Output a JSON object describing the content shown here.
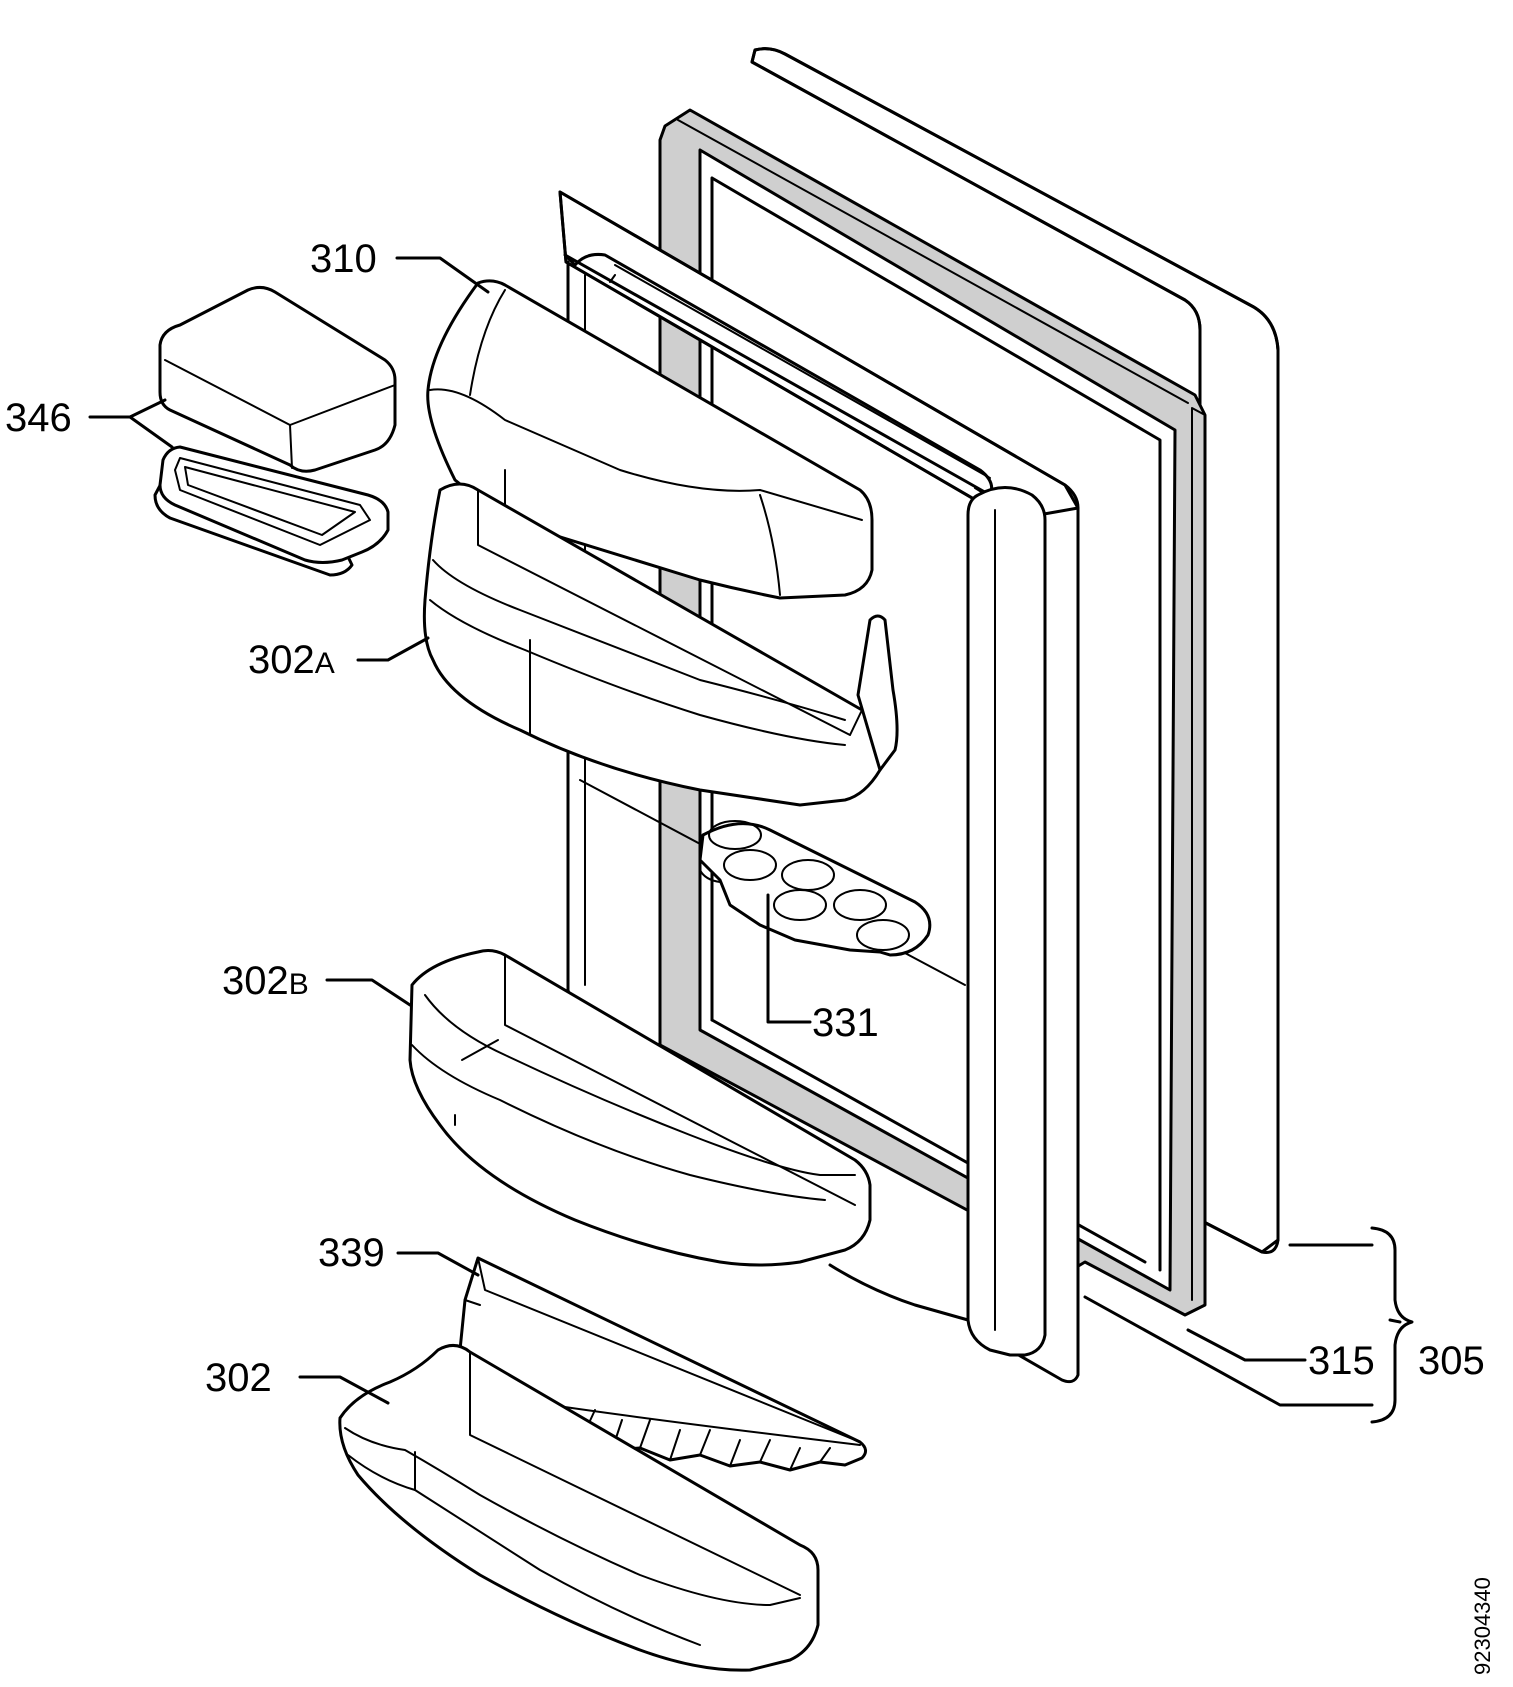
{
  "diagram": {
    "callouts": [
      {
        "id": "310",
        "number": "310",
        "suffix": ""
      },
      {
        "id": "346",
        "number": "346",
        "suffix": ""
      },
      {
        "id": "302a",
        "number": "302",
        "suffix": "A"
      },
      {
        "id": "302b",
        "number": "302",
        "suffix": "B"
      },
      {
        "id": "331",
        "number": "331",
        "suffix": ""
      },
      {
        "id": "339",
        "number": "339",
        "suffix": ""
      },
      {
        "id": "302",
        "number": "302",
        "suffix": ""
      },
      {
        "id": "315",
        "number": "315",
        "suffix": ""
      },
      {
        "id": "305",
        "number": "305",
        "suffix": ""
      }
    ],
    "document_number": "92304340"
  }
}
